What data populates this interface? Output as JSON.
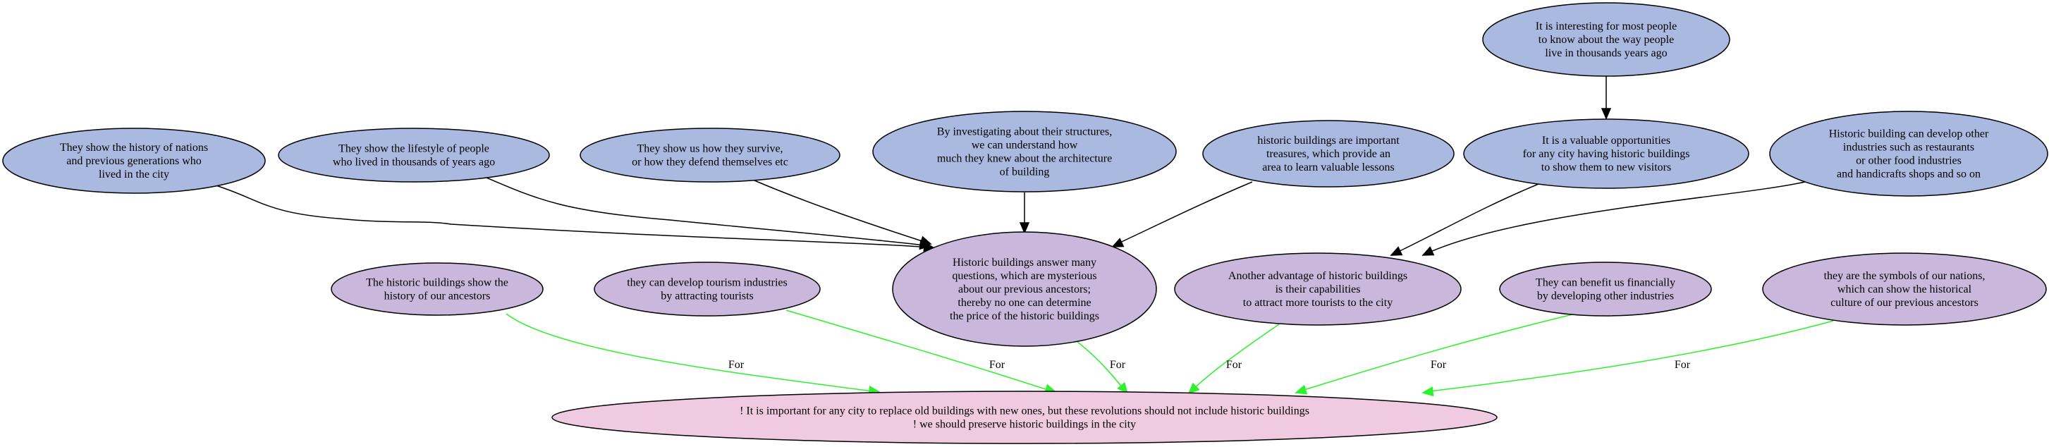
{
  "colors": {
    "premise": "#a9b9df",
    "argument": "#c9b8dc",
    "claim": "#efcae0",
    "support_edge": "#000000",
    "for_edge": "#2bf22b"
  },
  "nodes": {
    "history_of_nations": {
      "role": "premise",
      "lines": [
        "They show the history of nations",
        "and previous generations who",
        "lived in the city"
      ]
    },
    "lifestyle": {
      "role": "premise",
      "lines": [
        "They show the lifestyle of people",
        "who lived in thousands of years ago"
      ]
    },
    "survive_defend": {
      "role": "premise",
      "lines": [
        "They show us how they survive,",
        "or how they defend themselves etc"
      ]
    },
    "investigating": {
      "role": "premise",
      "lines": [
        "By investigating about their structures,",
        "we can understand how",
        "much they knew about the architecture",
        "of building"
      ]
    },
    "treasures": {
      "role": "premise",
      "lines": [
        "historic buildings are important",
        "treasures, which provide an",
        "area to learn valuable lessons"
      ]
    },
    "interesting": {
      "role": "premise",
      "lines": [
        "It is interesting for most people",
        "to know about the way people",
        "live in thousands years ago"
      ]
    },
    "valuable_opportunities": {
      "role": "premise",
      "lines": [
        "It is a valuable opportunities",
        "for any city having historic buildings",
        "to show them to new visitors"
      ]
    },
    "other_industries": {
      "role": "premise",
      "lines": [
        "Historic building can develop other",
        "industries such as restaurants",
        "or other food industries",
        "and handicrafts shops and so on"
      ]
    },
    "show_ancestors": {
      "role": "argument",
      "lines": [
        "The historic buildings show the",
        "history of our ancestors"
      ]
    },
    "tourism": {
      "role": "argument",
      "lines": [
        "they can develop tourism industries",
        "by attracting tourists"
      ]
    },
    "answer_questions": {
      "role": "argument",
      "lines": [
        "Historic buildings answer many",
        "questions, which are mysterious",
        "about our previous ancestors;",
        "thereby no one can determine",
        "the price of the historic buildings"
      ]
    },
    "attract_tourists": {
      "role": "argument",
      "lines": [
        "Another advantage of historic buildings",
        "is their capabilities",
        "to attract more tourists to the city"
      ]
    },
    "benefit_financially": {
      "role": "argument",
      "lines": [
        "They can benefit us financially",
        "by developing other industries"
      ]
    },
    "symbols": {
      "role": "argument",
      "lines": [
        "they are the symbols of our nations,",
        "which can show the historical",
        "culture of our previous ancestors"
      ]
    },
    "main_claim": {
      "role": "claim",
      "lines": [
        "! It is important for any city to replace old buildings with new ones, but these revolutions should not include historic buildings",
        "! we should preserve historic buildings in the city"
      ]
    }
  },
  "edges": [
    {
      "from": "history_of_nations",
      "to": "answer_questions",
      "kind": "support",
      "label": ""
    },
    {
      "from": "lifestyle",
      "to": "answer_questions",
      "kind": "support",
      "label": ""
    },
    {
      "from": "survive_defend",
      "to": "answer_questions",
      "kind": "support",
      "label": ""
    },
    {
      "from": "investigating",
      "to": "answer_questions",
      "kind": "support",
      "label": ""
    },
    {
      "from": "treasures",
      "to": "answer_questions",
      "kind": "support",
      "label": ""
    },
    {
      "from": "interesting",
      "to": "valuable_opportunities",
      "kind": "support",
      "label": ""
    },
    {
      "from": "valuable_opportunities",
      "to": "attract_tourists",
      "kind": "support",
      "label": ""
    },
    {
      "from": "other_industries",
      "to": "attract_tourists",
      "kind": "support",
      "label": ""
    },
    {
      "from": "show_ancestors",
      "to": "main_claim",
      "kind": "for",
      "label": "For"
    },
    {
      "from": "tourism",
      "to": "main_claim",
      "kind": "for",
      "label": "For"
    },
    {
      "from": "answer_questions",
      "to": "main_claim",
      "kind": "for",
      "label": "For"
    },
    {
      "from": "attract_tourists",
      "to": "main_claim",
      "kind": "for",
      "label": "For"
    },
    {
      "from": "benefit_financially",
      "to": "main_claim",
      "kind": "for",
      "label": "For"
    },
    {
      "from": "symbols",
      "to": "main_claim",
      "kind": "for",
      "label": "For"
    }
  ]
}
